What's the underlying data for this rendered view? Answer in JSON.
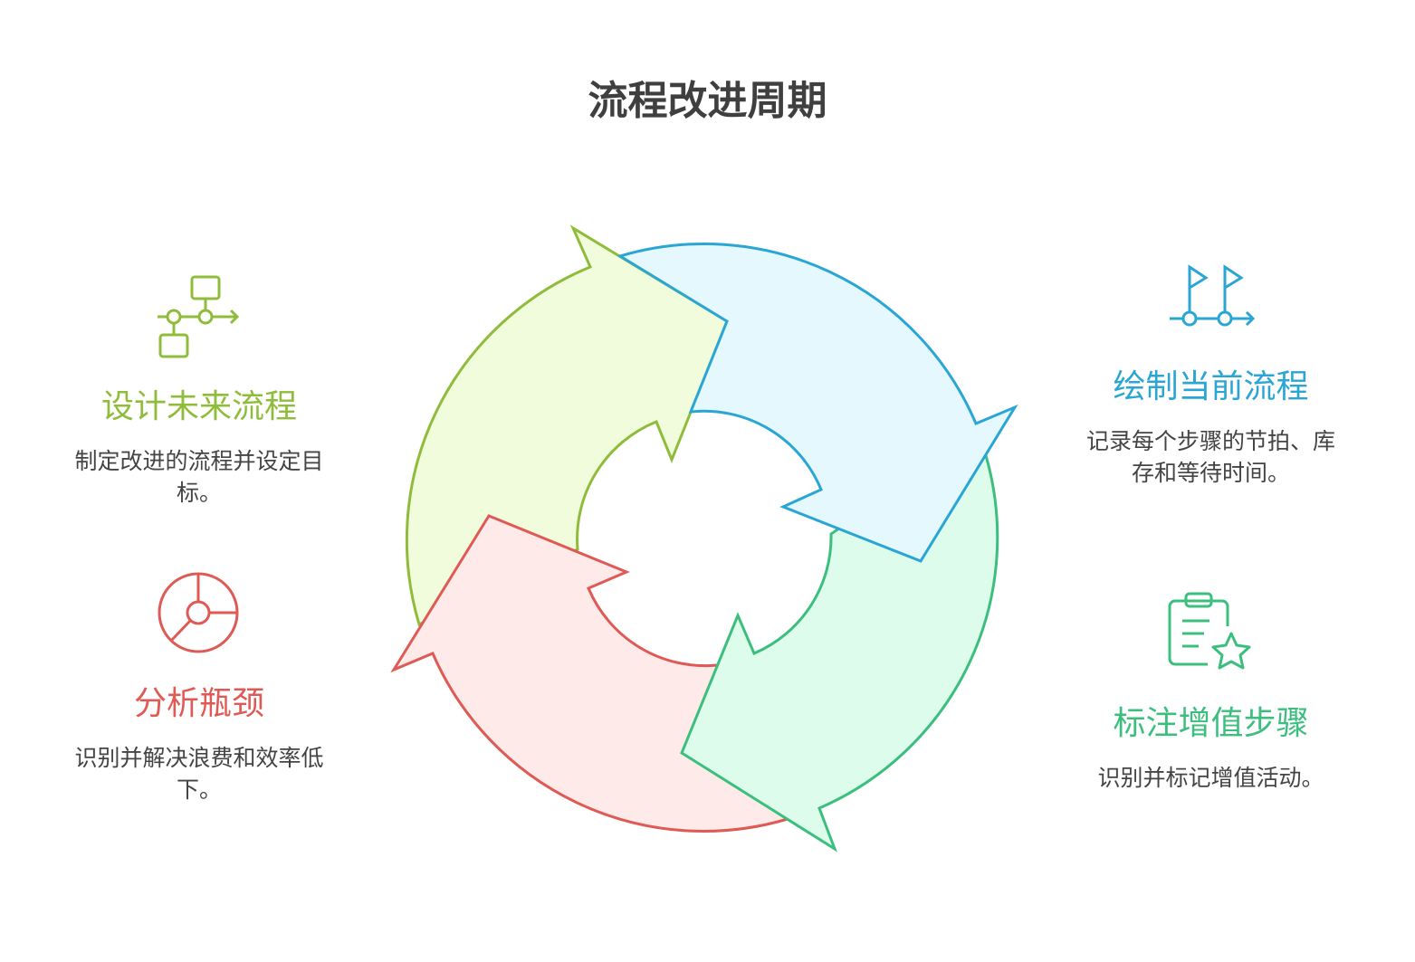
{
  "title": "流程改进周期",
  "steps": {
    "design": {
      "heading": "设计未来流程",
      "desc": "制定改进的流程并设定目标。",
      "color": "#8fbc3a",
      "icon": "flowchart-icon"
    },
    "map": {
      "heading": "绘制当前流程",
      "desc": "记录每个步骤的节拍、库存和等待时间。",
      "color": "#2ba6d4",
      "icon": "flags-timeline-icon"
    },
    "mark": {
      "heading": "标注增值步骤",
      "desc": "识别并标记增值活动。",
      "color": "#3cbf7e",
      "icon": "clipboard-star-icon"
    },
    "analyze": {
      "heading": "分析瓶颈",
      "desc": "识别并解决浪费和效率低下。",
      "color": "#df5a55",
      "icon": "pie-chart-icon"
    }
  }
}
